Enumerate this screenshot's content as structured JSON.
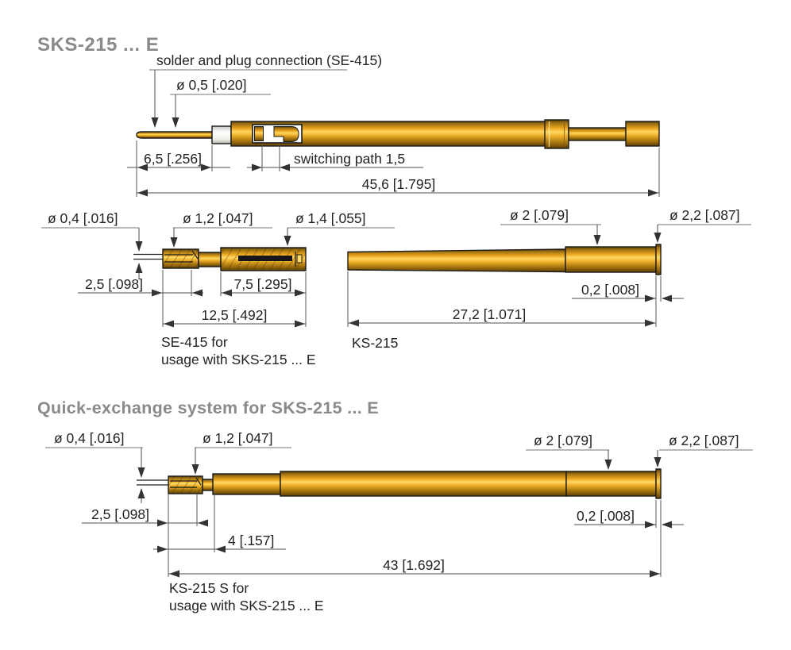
{
  "headings": {
    "section1": "SKS-215 ... E",
    "section2": "Quick-exchange system for SKS-215 ... E"
  },
  "probe_sks215": {
    "label_solder_connection": "solder and plug connection (SE-415)",
    "dim_tip_diameter": "ø 0,5 [.020]",
    "dim_tip_length": "6,5 [.256]",
    "label_switching_path": "switching path 1,5",
    "dim_total_length": "45,6 [1.795]"
  },
  "receptacle_se415": {
    "dim_wire_diameter": "ø 0,4 [.016]",
    "dim_sleeve_diameter": "ø 1,2 [.047]",
    "dim_body_diameter": "ø 1,4 [.055]",
    "dim_wire_length": "2,5 [.098]",
    "dim_body_length": "7,5 [.295]",
    "dim_total_length": "12,5 [.492]",
    "caption_line1": "SE-415 for",
    "caption_line2": "usage with SKS-215 ... E"
  },
  "sleeve_ks215": {
    "dim_barrel_diameter": "ø 2 [.079]",
    "dim_flange_diameter": "ø 2,2 [.087]",
    "dim_flange_length": "0,2 [.008]",
    "dim_total_length": "27,2 [1.071]",
    "caption": "KS-215"
  },
  "sleeve_ks215s": {
    "dim_wire_diameter": "ø 0,4 [.016]",
    "dim_sleeve_diameter": "ø 1,2 [.047]",
    "dim_barrel_diameter": "ø 2 [.079]",
    "dim_flange_diameter": "ø 2,2 [.087]",
    "dim_wire_length": "2,5 [.098]",
    "dim_sleeve_length": "4 [.157]",
    "dim_flange_length": "0,2 [.008]",
    "dim_total_length": "43 [1.692]",
    "caption_line1": "KS-215 S for",
    "caption_line2": "usage with SKS-215 ... E"
  },
  "colors": {
    "gold_highlight": "#ffd863",
    "gold_mid": "#eda921",
    "gold_dark": "#6b4a0e",
    "outline": "#1b1b1b",
    "dimension_line": "#4d4d4d",
    "leader_line": "#8f8f8f",
    "heading_gray": "#8a8a8a",
    "text": "#232323"
  }
}
